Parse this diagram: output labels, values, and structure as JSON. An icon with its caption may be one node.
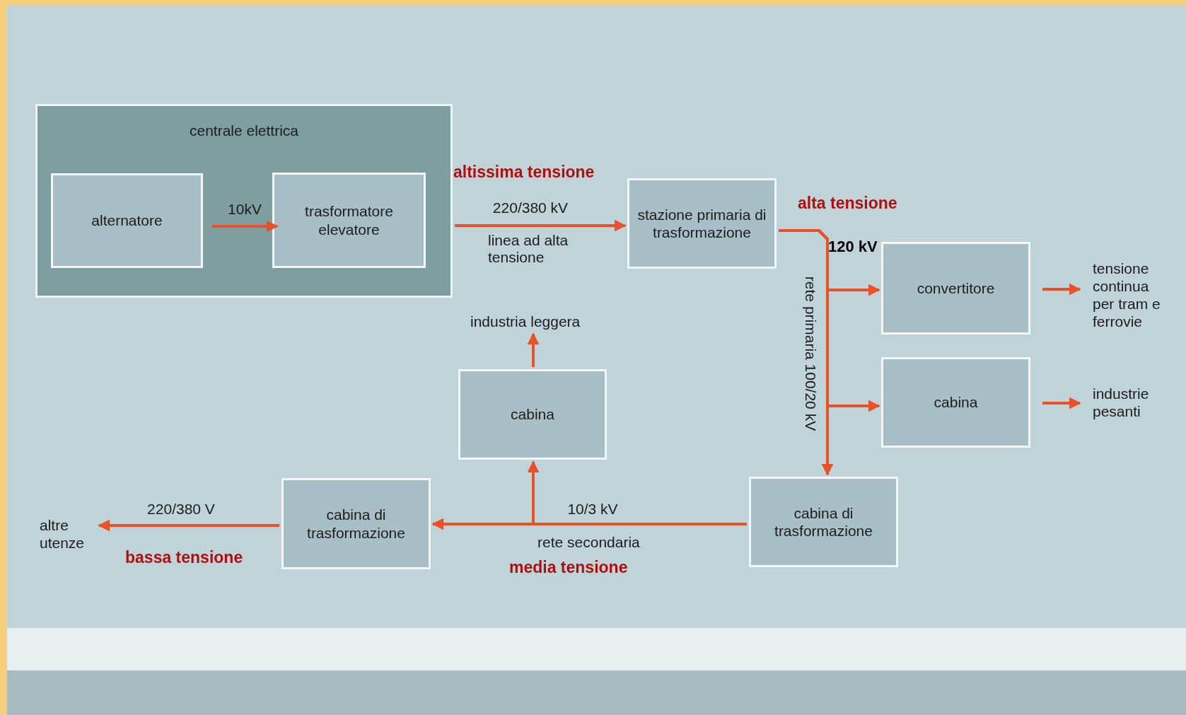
{
  "diagram": {
    "nodes": [
      {
        "text": [
          "centrale elettrica"
        ]
      },
      {
        "text": [
          "alternatore"
        ],
        "in": 0
      },
      {
        "text": [
          "trasformatore elevatore"
        ],
        "in": 0
      },
      {
        "text": [
          "stazione primaria di trasformazione"
        ]
      },
      {
        "text": [
          "convertitore"
        ]
      },
      {
        "text": [
          "tensione continua per tram e ferrovie"
        ]
      },
      {
        "text": [
          "cabina"
        ]
      },
      {
        "text": [
          "industrie pesanti"
        ]
      },
      {
        "text": [
          "cabina di trasformazione"
        ]
      },
      {
        "text": [
          "cabina"
        ]
      },
      {
        "text": [
          "industria leggera"
        ]
      },
      {
        "text": [
          "cabina di trasformazione"
        ]
      },
      {
        "text": [
          "altre utenze"
        ]
      }
    ],
    "edges": [
      {
        "from": 1,
        "to": 2,
        "arrow": "to",
        "label": "10kV"
      },
      {
        "from": 0,
        "to": 3,
        "arrow": "to",
        "label": "220/380 kV"
      },
      {
        "from": 3,
        "to": 4,
        "arrow": "to"
      },
      {
        "from": 3,
        "to": 6,
        "arrow": "to"
      },
      {
        "from": 3,
        "to": 8,
        "arrow": "to"
      },
      {
        "from": 4,
        "to": 5,
        "arrow": "to"
      },
      {
        "from": 6,
        "to": 7,
        "arrow": "to"
      },
      {
        "from": 8,
        "to": 11,
        "arrow": "to",
        "label": "10/3 kV"
      },
      {
        "from": 8,
        "to": 9,
        "arrow": "to"
      },
      {
        "from": 9,
        "to": 10,
        "arrow": "to"
      },
      {
        "from": 11,
        "to": 12,
        "arrow": "to",
        "label": "220/380 V"
      }
    ],
    "labels": [
      "altissima tensione",
      "linea ad alta tensione",
      "alta tensione",
      "120 kV",
      "rete primaria 100/20 kV",
      "rete secondaria",
      "media tensione",
      "bassa tensione"
    ]
  }
}
